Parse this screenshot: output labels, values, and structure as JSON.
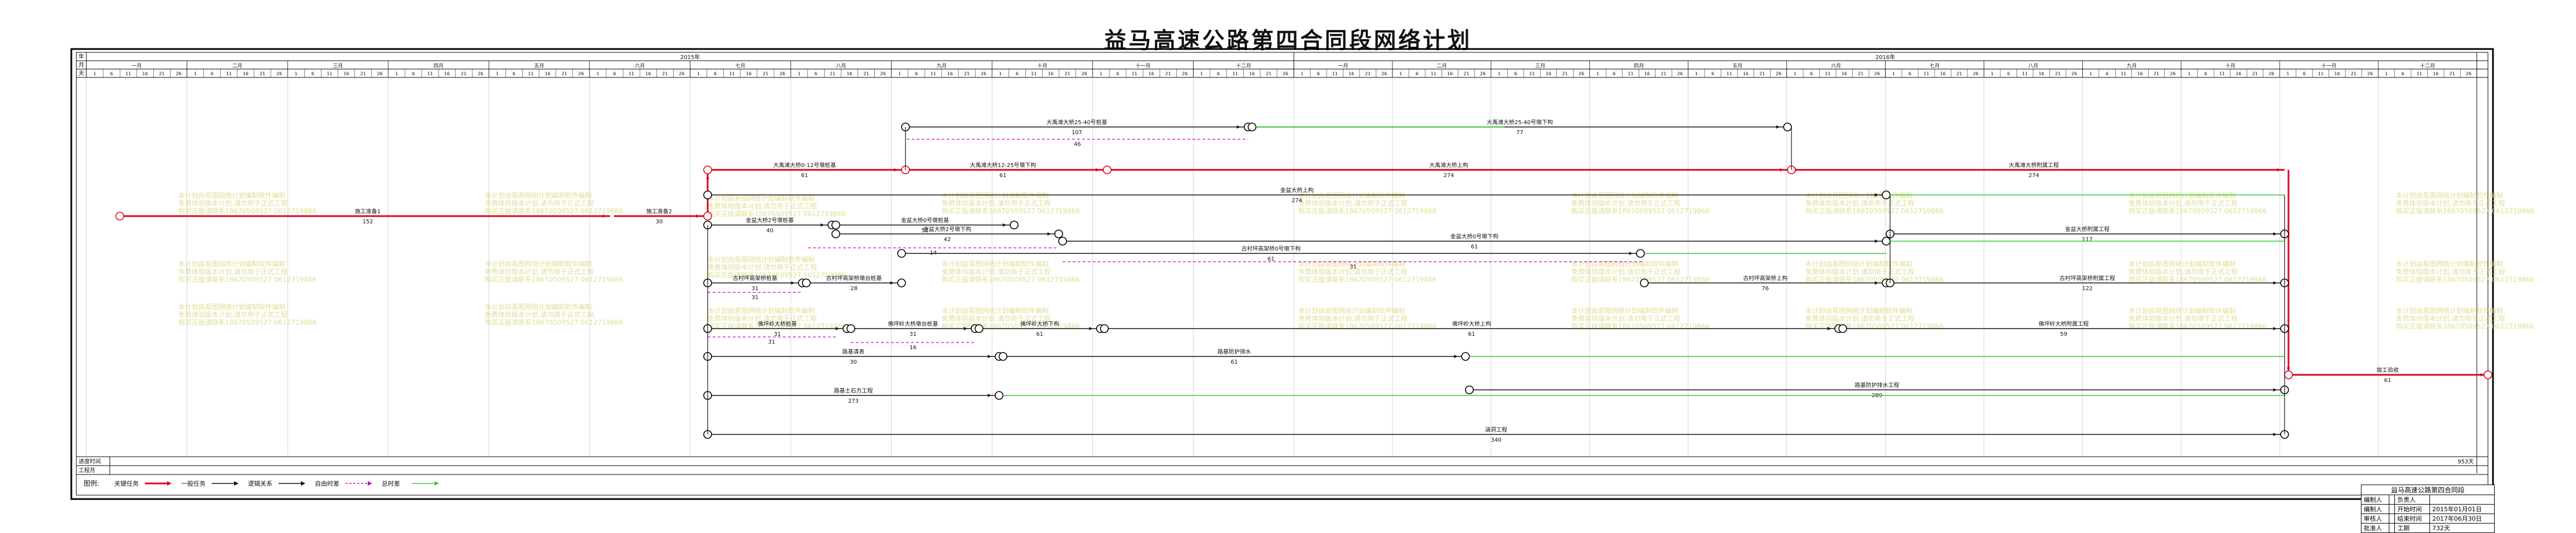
{
  "title": "益马高速公路第四合同段网络计划",
  "timeline": {
    "years": [
      "2015年",
      "2016年"
    ],
    "year_label": "年",
    "month_label": "月",
    "day_label": "天",
    "months_2015": [
      "一月",
      "二月",
      "三月",
      "四月",
      "五月",
      "六月",
      "七月",
      "八月",
      "九月",
      "十月",
      "十一月",
      "十二月"
    ],
    "months_2016": [
      "一月",
      "二月",
      "三月",
      "四月",
      "五月",
      "六月",
      "七月",
      "八月",
      "九月",
      "十月",
      "十一月",
      "十二月"
    ],
    "bottom_row1_label": "进度时间",
    "bottom_row2_label": "工程月",
    "end_day": "953天"
  },
  "activities": [
    {
      "name": "施工准备1",
      "duration": "152",
      "type": "critical"
    },
    {
      "name": "施工准备2",
      "duration": "30",
      "type": "critical"
    },
    {
      "name": "大禹滩大桥0-12号墩桩基",
      "duration": "61",
      "type": "critical"
    },
    {
      "name": "大禹滩大桥12-25号墩下构",
      "duration": "61",
      "type": "critical"
    },
    {
      "name": "大禹滩大桥上构",
      "duration": "274",
      "type": "critical"
    },
    {
      "name": "大禹滩大桥附属工程",
      "duration": "274",
      "type": "critical"
    },
    {
      "name": "竣工验收",
      "duration": "61",
      "type": "critical"
    },
    {
      "name": "大禹滩大桥25-40号桩基",
      "duration": "107",
      "type": "normal"
    },
    {
      "name": "大禹滩大桥25-40号墩下构",
      "duration": "77",
      "type": "normal"
    },
    {
      "name": "金盆大桥2号墩桩基",
      "duration": "40",
      "type": "normal"
    },
    {
      "name": "金盆大桥0号墩桩基",
      "duration": "52",
      "type": "normal"
    },
    {
      "name": "金盆大桥2号墩下构",
      "duration": "42",
      "type": "normal"
    },
    {
      "name": "金盆大桥上构",
      "duration": "274",
      "type": "normal"
    },
    {
      "name": "金盆大桥0号墩下构",
      "duration": "61",
      "type": "normal"
    },
    {
      "name": "金盆大桥附属工程",
      "duration": "117",
      "type": "normal"
    },
    {
      "name": "古村坪高架桥桩基",
      "duration": "31",
      "type": "normal"
    },
    {
      "name": "古村坪高架桥墩台桩基",
      "duration": "28",
      "type": "normal"
    },
    {
      "name": "古村坪高架桥0号墩下构",
      "duration": "61",
      "type": "normal"
    },
    {
      "name": "古村坪高架桥上构",
      "duration": "76",
      "type": "normal"
    },
    {
      "name": "古村坪高架桥附属工程",
      "duration": "122",
      "type": "normal"
    },
    {
      "name": "佛坪岭大桥桩基",
      "duration": "31",
      "type": "normal"
    },
    {
      "name": "佛坪岭大桥墩台桩基",
      "duration": "31",
      "type": "normal"
    },
    {
      "name": "佛坪岭大桥下构",
      "duration": "61",
      "type": "normal"
    },
    {
      "name": "佛坪岭大桥上构",
      "duration": "61",
      "type": "normal"
    },
    {
      "name": "佛坪岭大桥附属工程",
      "duration": "59",
      "type": "normal"
    },
    {
      "name": "路基土石方工程",
      "duration": "273",
      "type": "normal"
    },
    {
      "name": "路基清表",
      "duration": "30",
      "type": "normal"
    },
    {
      "name": "路基防护排水",
      "duration": "61",
      "type": "normal"
    },
    {
      "name": "路基防护排水工程",
      "duration": "289",
      "type": "normal"
    },
    {
      "name": "涵洞工程",
      "duration": "340",
      "type": "normal"
    }
  ],
  "floats": [
    "46",
    "31",
    "14",
    "31",
    "16",
    "31"
  ],
  "legend": {
    "label": "图例:",
    "items": [
      {
        "name": "关键任务",
        "color": "#e0001b"
      },
      {
        "name": "一般任务",
        "color": "#111111"
      },
      {
        "name": "逻辑关系",
        "color": "#111111"
      },
      {
        "name": "自由时差",
        "color": "#cc00cc"
      },
      {
        "name": "总时差",
        "color": "#33cc33"
      }
    ]
  },
  "title_block": {
    "header": "益马高速公路第四合同段",
    "rows": [
      {
        "k": "编制人",
        "v": "",
        "k2": "负责人",
        "v2": ""
      },
      {
        "k": "编制人",
        "v": "",
        "k2": "开始时间",
        "v2": "2015年01月01日"
      },
      {
        "k": "审核人",
        "v": "",
        "k2": "结束时间",
        "v2": "2017年06月30日"
      },
      {
        "k": "批准人",
        "v": "",
        "k2": "工期",
        "v2": "732天"
      }
    ]
  },
  "watermark_lines": [
    "本计划由易图网络计划编制软件编制",
    "免费体验版本计划,请勿用于正式工程",
    "购买正版请联系18670509527 0612719866"
  ],
  "colors": {
    "critical": "#e0001b",
    "normal": "#111111",
    "free_float": "#cc00cc",
    "total_float": "#33cc33",
    "watermark": "#d9d57a"
  }
}
